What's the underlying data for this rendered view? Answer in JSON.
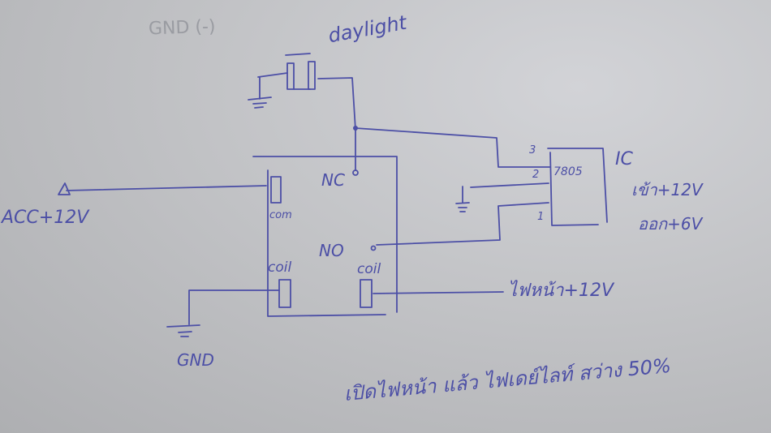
{
  "labels": {
    "gnd_pencil": "GND (-)",
    "daylight": "daylight",
    "nc": "NC",
    "no": "NO",
    "com": "com",
    "coil_left": "coil",
    "coil_right": "coil",
    "acc": "ACC+12V",
    "gnd_bottom": "GND",
    "ic_title": "IC",
    "ic_part": "7805",
    "ic_in": "เข้า+12V",
    "ic_out": "ออก+6V",
    "pin3": "3",
    "pin2": "2",
    "pin1": "1",
    "headlight": "ไฟหน้า+12V",
    "note": "เปิดไฟหน้า แล้ว ไฟเดย์ไลท์ สว่าง 50%"
  },
  "colors": {
    "ink": "#4c4fa6",
    "paper": "#c2c3c6",
    "pencil": "#9a9ca2"
  }
}
